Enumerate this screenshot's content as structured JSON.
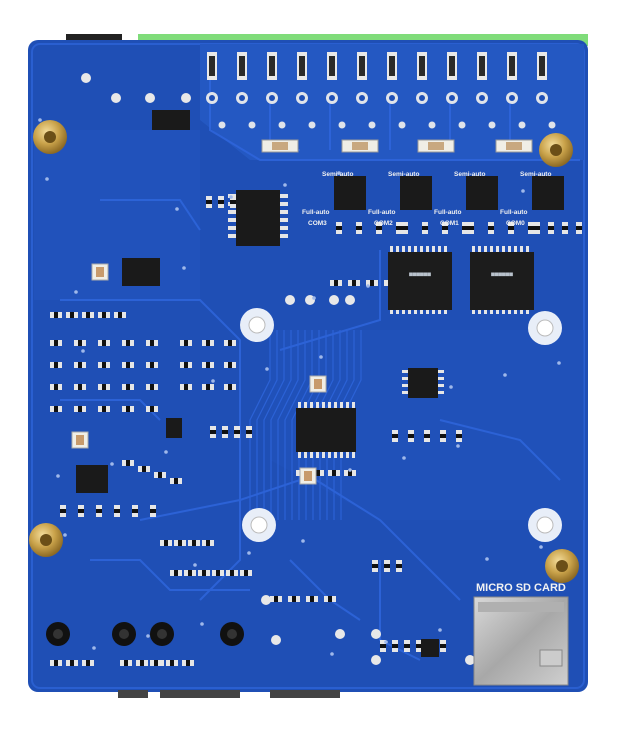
{
  "board": {
    "pcb_color": "#1f4fb5",
    "trace_color": "#2a5fd0",
    "pad_color": "#e6e6e6",
    "hole_color": "#ffffff",
    "chip_color": "#1a1a1a",
    "brass_color": "#c9a24a",
    "terminal_color": "#7fdc7a"
  },
  "silkscreen": {
    "micro_sd_label": "MICRO SD CARD",
    "channels": [
      {
        "mode_top": "Semi-auto",
        "mode_bottom": "Full-auto",
        "com": "COM3"
      },
      {
        "mode_top": "Semi-auto",
        "mode_bottom": "Full-auto",
        "com": "COM2"
      },
      {
        "mode_top": "Semi-auto",
        "mode_bottom": "Full-auto",
        "com": "COM1"
      },
      {
        "mode_top": "Semi-auto",
        "mode_bottom": "Full-auto",
        "com": "COM0"
      }
    ]
  }
}
